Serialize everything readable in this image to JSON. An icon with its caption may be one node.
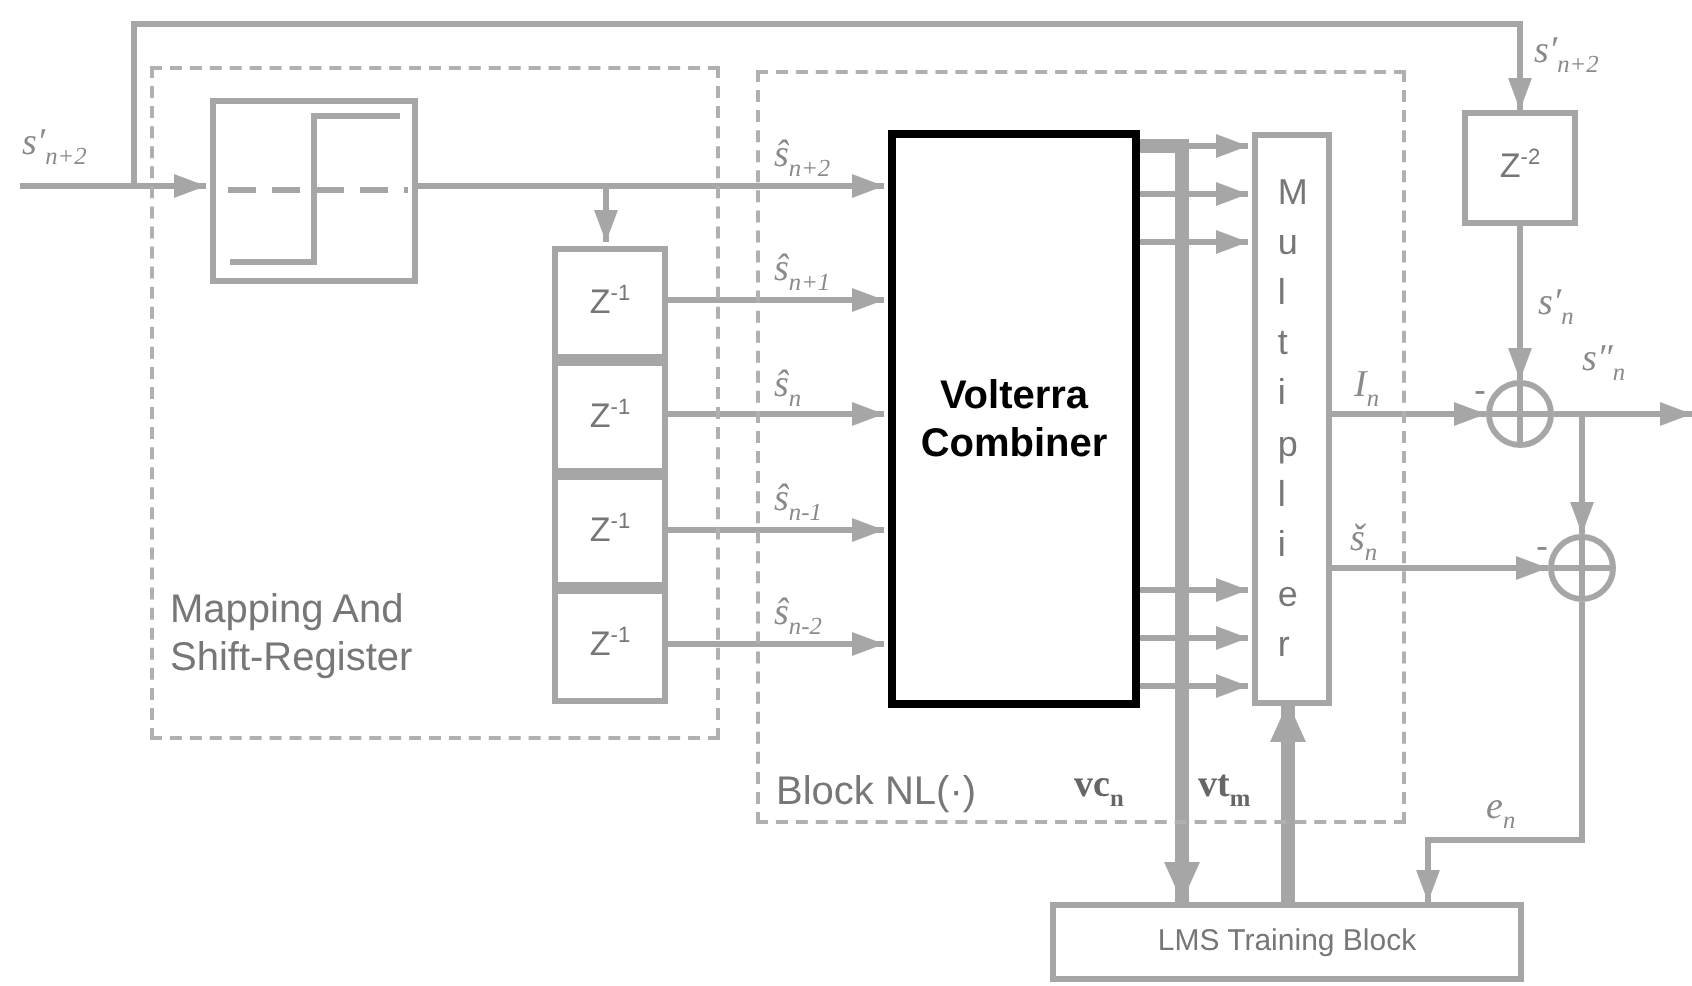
{
  "diagram": {
    "nodes": [
      {
        "text": [
          "Mapping And Shift-Register"
        ]
      },
      {
        "text": [],
        "shape": "picture",
        "in": 0
      },
      {
        "text": [
          "Z$^{-1}$"
        ],
        "in": 0
      },
      {
        "text": [
          "Z$^{-1}$"
        ],
        "in": 0
      },
      {
        "text": [
          "Z$^{-1}$"
        ],
        "in": 0
      },
      {
        "text": [
          "Z$^{-1}$"
        ],
        "in": 0
      },
      {
        "text": [
          "Block NL(·)"
        ]
      },
      {
        "text": [
          "Volterra Combiner"
        ],
        "in": 6
      },
      {
        "text": [
          "Multiplier"
        ],
        "in": 6
      },
      {
        "text": [
          "Z$^{-2}$"
        ]
      },
      {
        "text": [],
        "shape": "circle"
      },
      {
        "text": [],
        "shape": "circle"
      },
      {
        "text": [
          "LMS Training Block"
        ]
      }
    ],
    "edges": [
      {
        "from": null,
        "to": 1,
        "arrow": "to",
        "label": "s′$_{n+2}$"
      },
      {
        "from": null,
        "to": 9,
        "arrow": "to",
        "label": "s′$_{n+2}$"
      },
      {
        "from": 1,
        "to": 7,
        "arrow": "to",
        "label": "ŝ$_{n+2}$"
      },
      {
        "from": 1,
        "to": 2,
        "arrow": "to"
      },
      {
        "from": 2,
        "to": 7,
        "arrow": "to",
        "label": "ŝ$_{n+1}$"
      },
      {
        "from": 3,
        "to": 7,
        "arrow": "to",
        "label": "ŝ$_{n}$"
      },
      {
        "from": 4,
        "to": 7,
        "arrow": "to",
        "label": "ŝ$_{n-1}$"
      },
      {
        "from": 5,
        "to": 7,
        "arrow": "to",
        "label": "ŝ$_{n-2}$"
      },
      {
        "from": 7,
        "to": 8,
        "arrow": "to"
      },
      {
        "from": 7,
        "to": 8,
        "arrow": "to"
      },
      {
        "from": 7,
        "to": 8,
        "arrow": "to"
      },
      {
        "from": 7,
        "to": 8,
        "arrow": "to"
      },
      {
        "from": 7,
        "to": 8,
        "arrow": "to"
      },
      {
        "from": 7,
        "to": 8,
        "arrow": "to"
      },
      {
        "from": 7,
        "to": 12,
        "arrow": "to",
        "label": "vc$_{n}$",
        "style": "thick"
      },
      {
        "from": 12,
        "to": 8,
        "arrow": "to",
        "label": "vt$_{m}$",
        "style": "thick"
      },
      {
        "from": 8,
        "to": 10,
        "arrow": "to",
        "label": "I$_{n}$"
      },
      {
        "from": 9,
        "to": 10,
        "arrow": "to",
        "label": "s′$_{n}$"
      },
      {
        "from": 10,
        "to": null,
        "arrow": "to",
        "label": "s″$_{n}$"
      },
      {
        "from": 10,
        "to": 11,
        "arrow": "to"
      },
      {
        "from": 8,
        "to": 11,
        "arrow": "to",
        "label": "š$_{n}$"
      },
      {
        "from": 11,
        "to": 12,
        "arrow": "to",
        "label": "e$_{n}$"
      }
    ],
    "labels": [
      "-",
      "-"
    ]
  }
}
